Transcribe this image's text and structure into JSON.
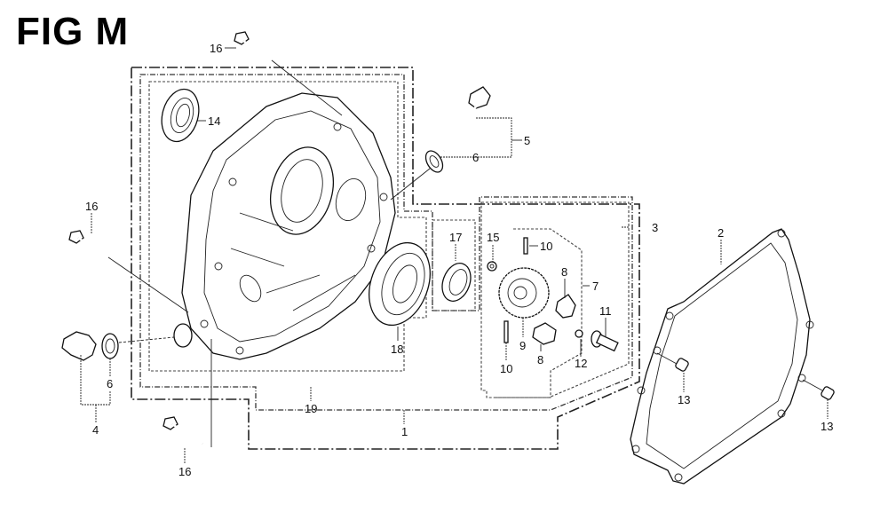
{
  "figure": {
    "title": "FIG M",
    "description": "Exploded parts diagram - crankcase side cover assembly"
  },
  "callouts": [
    {
      "id": "c16a",
      "text": "16",
      "part": "flange bolt (top)"
    },
    {
      "id": "c14",
      "text": "14",
      "part": "oil seal"
    },
    {
      "id": "c5",
      "text": "5",
      "part": "oil level gauge assembly"
    },
    {
      "id": "c6a",
      "text": "6",
      "part": "O-ring (dipstick)"
    },
    {
      "id": "c3",
      "text": "3",
      "part": "oil pump / governor assembly group"
    },
    {
      "id": "c2",
      "text": "2",
      "part": "side cover gasket"
    },
    {
      "id": "c16b",
      "text": "16",
      "part": "flange bolt (left)"
    },
    {
      "id": "c17",
      "text": "17",
      "part": "small bearing"
    },
    {
      "id": "c15",
      "text": "15",
      "part": "washer"
    },
    {
      "id": "c10a",
      "text": "10",
      "part": "pin (upper)"
    },
    {
      "id": "c7",
      "text": "7",
      "part": "governor assembly"
    },
    {
      "id": "c8a",
      "text": "8",
      "part": "holder (upper)"
    },
    {
      "id": "c11",
      "text": "11",
      "part": "bolt"
    },
    {
      "id": "c18",
      "text": "18",
      "part": "ball bearing"
    },
    {
      "id": "c9",
      "text": "9",
      "part": "gear"
    },
    {
      "id": "c8b",
      "text": "8",
      "part": "holder (lower)"
    },
    {
      "id": "c10b",
      "text": "10",
      "part": "pin (lower)"
    },
    {
      "id": "c12",
      "text": "12",
      "part": "clip"
    },
    {
      "id": "c6b",
      "text": "6",
      "part": "O-ring (drain plug)"
    },
    {
      "id": "c13a",
      "text": "13",
      "part": "dowel pin (left)"
    },
    {
      "id": "c13b",
      "text": "13",
      "part": "dowel pin (right)"
    },
    {
      "id": "c19",
      "text": "19",
      "part": "crankcase cover sub-assembly"
    },
    {
      "id": "c4",
      "text": "4",
      "part": "drain plug assembly"
    },
    {
      "id": "c1",
      "text": "1",
      "part": "crankcase cover complete"
    },
    {
      "id": "c16c",
      "text": "16",
      "part": "flange bolt (bottom)"
    }
  ]
}
